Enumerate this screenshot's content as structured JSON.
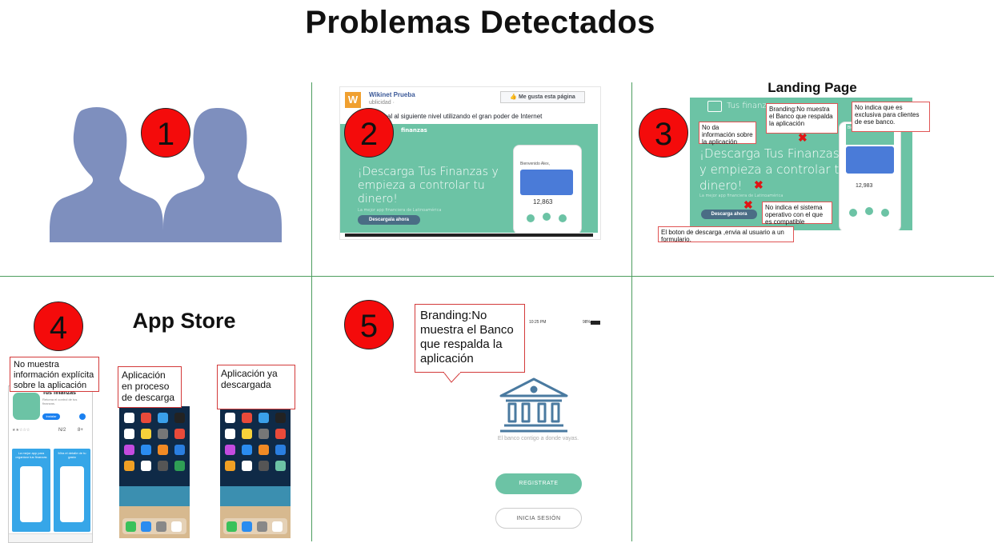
{
  "title": "Problemas Detectados",
  "numbers": [
    "1",
    "2",
    "3",
    "4",
    "5"
  ],
  "panel2": {
    "page_name": "Wikinet Prueba",
    "page_sub": "ublicidad · ",
    "like_button": "Me gusta esta página",
    "post_text": "o local al siguiente nivel utilizando el gran poder de Internet",
    "brand": "finanzas",
    "headline": "¡Descarga Tus Finanzas y empieza a controlar tu dinero!",
    "subtitle": "La mejor app financiera de Latinoamérica",
    "cta": "Descargala ahora",
    "phone_greeting": "Bienvenido Alex,",
    "phone_amount": "12,863"
  },
  "panel3": {
    "heading": "Landing Page",
    "brand": "Tus finanzas",
    "headline": "¡Descarga Tus Finanzas y empieza a controlar tu dinero!",
    "subtitle": "La mejor app financiera de Latinoamérica",
    "cta": "Descarga ahora",
    "phone_greeting": "Bienvenido Alex",
    "phone_amount": "12,983",
    "callouts": {
      "no_info": "No da información sobre la aplicación",
      "branding": "Branding:No muestra el Banco que respalda la aplicación",
      "exclusive": "No indica que es exclusiva para clientes de ese banco.",
      "os": "No indica el sistema operativo con el que es compatible",
      "download": "El boton de descarga ,envia al usuario a un formulario."
    }
  },
  "panel4": {
    "heading": "App Store",
    "callout_info": "No muestra información explícita sobre la aplicación",
    "callout_downloading": "Aplicación en proceso de descarga",
    "callout_downloaded": "Aplicación ya descargada",
    "app_name": "Tus finanzas",
    "app_desc": "Retoma el control de tus finanzas.",
    "install_button": "Instalar",
    "stat1": "N/2",
    "stat2": "8+",
    "promo1": "La mejor app para organizar tus finanzas",
    "promo2": "Mira el detalle de tu gasto"
  },
  "panel5": {
    "status_time": "10:25 PM",
    "status_battery": "98%",
    "callout": "Branding:No muestra el Banco que respalda la aplicación",
    "tagline": "El banco contigo a donde vayas.",
    "register": "REGISTRATE",
    "login": "INICIA SESIÓN"
  },
  "colors": {
    "accent_green": "#6cc3a5",
    "red": "#f40b0b",
    "silhouette": "#7e8fbe",
    "bank_icon": "#4a7aa0"
  }
}
